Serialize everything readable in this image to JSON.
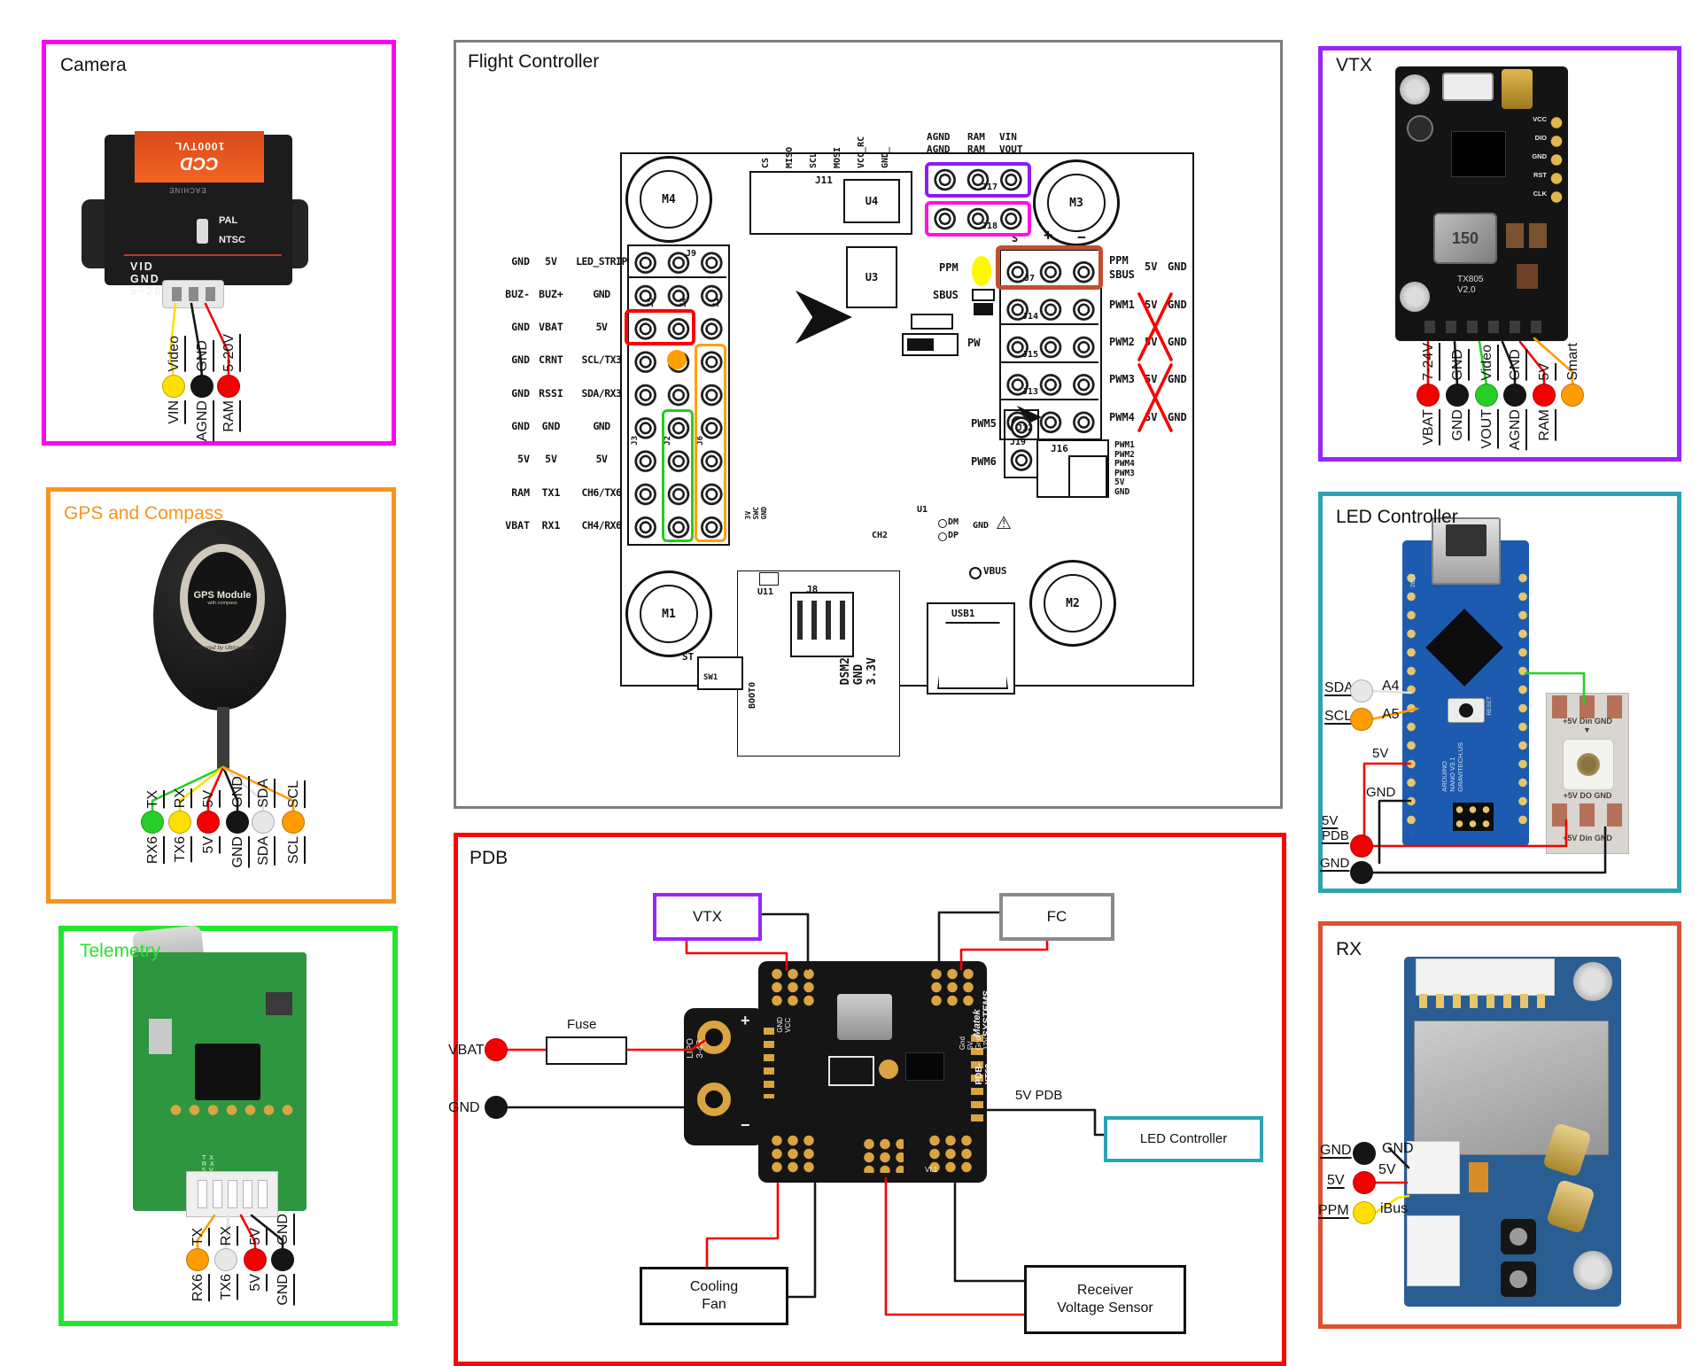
{
  "colors": {
    "camera-border": "#ff00f3",
    "gps-border": "#f7941d",
    "telemetry-border": "#23e52e",
    "fc-border": "#7d7d7d",
    "pdb-border": "#fa0505",
    "vtx-border": "#9b24fb",
    "led-border": "#2ba4b5",
    "rx-border": "#dd5130",
    "wire-red": "#f40000",
    "wire-black": "#151515",
    "wire-yellow": "#ffdf00",
    "wire-green": "#27ce27",
    "wire-orange": "#ff9c00",
    "wire-white": "#e0e0e0",
    "hl-red": "#fb0000",
    "hl-orange": "#ffa000",
    "hl-green": "#22cc22",
    "hl-purple": "#8d1bf5",
    "hl-magenta": "#ff13dd",
    "hl-rust": "#c44f2b",
    "hl-yellow": "#fdf800",
    "gold": "#d9a441"
  },
  "camera": {
    "title": "Camera",
    "device": {
      "sensor": "CCD",
      "model": "1000TVL",
      "brand": "EACHINE",
      "pal": "PAL",
      "ntsc": "NTSC",
      "pinrow": "VID  GND  5~20V"
    },
    "pins": [
      {
        "wire": "Video",
        "pad": "VIN",
        "color": "#ffdf00"
      },
      {
        "wire": "GND",
        "pad": "AGND",
        "color": "#151515"
      },
      {
        "wire": "5-20V",
        "pad": "RAM",
        "color": "#f40000"
      }
    ]
  },
  "gps": {
    "title": "GPS and Compass",
    "device": {
      "name": "GPS Module",
      "sub": "with compass",
      "ring": "Powered by Ublox M8N"
    },
    "pins": [
      {
        "wire": "TX",
        "pad": "RX6",
        "color": "#27ce27"
      },
      {
        "wire": "RX",
        "pad": "TX6",
        "color": "#ffdf00"
      },
      {
        "wire": "5V",
        "pad": "5V",
        "color": "#f40000"
      },
      {
        "wire": "GND",
        "pad": "GND",
        "color": "#151515"
      },
      {
        "wire": "SDA",
        "pad": "SDA",
        "color": "#e8e8e8"
      },
      {
        "wire": "SCL",
        "pad": "SCL",
        "color": "#ff9c00"
      }
    ]
  },
  "telemetry": {
    "title": "Telemetry",
    "device": {
      "conn_pins": "TX RX 5V GND"
    },
    "pins": [
      {
        "wire": "TX",
        "pad": "RX6",
        "color": "#ff9c00"
      },
      {
        "wire": "RX",
        "pad": "TX6",
        "color": "#e8e8e8"
      },
      {
        "wire": "5V",
        "pad": "5V",
        "color": "#f40000"
      },
      {
        "wire": "GND",
        "pad": "GND",
        "color": "#151515"
      }
    ]
  },
  "vtx": {
    "title": "VTX",
    "device": {
      "model": "TX805",
      "version": "V2.0",
      "coil": "150",
      "pads": [
        "VCC",
        "DIO",
        "GND",
        "RST",
        "CLK"
      ]
    },
    "pins": [
      {
        "wire": "7-24V",
        "pad": "VBAT",
        "color": "#f40000"
      },
      {
        "wire": "GND",
        "pad": "GND",
        "color": "#151515"
      },
      {
        "wire": "Video",
        "pad": "VOUT",
        "color": "#27ce27"
      },
      {
        "wire": "GND",
        "pad": "AGND",
        "color": "#151515"
      },
      {
        "wire": "5V",
        "pad": "RAM",
        "color": "#f40000"
      },
      {
        "wire": "Smart",
        "pad": "",
        "color": "#ff9c00"
      }
    ]
  },
  "led": {
    "title": "LED Controller",
    "sda": "SDA",
    "a4": "A4",
    "scl": "SCL",
    "a5": "A5",
    "v5": "5V",
    "gnd": "GND",
    "v5pdb": "5V\nPDB",
    "gnd2": "GND",
    "dots": {
      "sda": "#e8e8e8",
      "scl": "#ff9c00",
      "v5pdb": "#f40000",
      "gnd2": "#151515"
    },
    "nano": {
      "label": "ARDUINO\nNANO V3.1\nGRAVITECH.US",
      "reset": "RESET",
      "chip": "2811"
    },
    "strip": {
      "row1": "+5V Din GND",
      "row2": "+5V DO GND",
      "row3": "+5V Din GND",
      "arrow": "▼"
    }
  },
  "rx": {
    "title": "RX",
    "rows": [
      {
        "pad": "GND",
        "wire": "GND",
        "color": "#151515"
      },
      {
        "pad": "5V",
        "wire": "5V",
        "color": "#f40000"
      },
      {
        "pad": "PPM",
        "wire": "iBus",
        "color": "#ffdf00"
      }
    ]
  },
  "fc": {
    "title": "Flight Controller",
    "left_rows": [
      [
        "GND",
        "5V",
        "LED_STRIP"
      ],
      [
        "BUZ-",
        "BUZ+",
        "GND"
      ],
      [
        "GND",
        "VBAT",
        "5V"
      ],
      [
        "GND",
        "CRNT",
        "SCL/TX3"
      ],
      [
        "GND",
        "RSSI",
        "SDA/RX3"
      ],
      [
        "GND",
        "GND",
        "GND"
      ],
      [
        "5V",
        "5V",
        "5V"
      ],
      [
        "RAM",
        "TX1",
        "CH6/TX6"
      ],
      [
        "VBAT",
        "RX1",
        "CH4/RX6"
      ]
    ],
    "top_pins": [
      "CS",
      "MISO",
      "SCL",
      "MOSI",
      "VCC_RC",
      "GND_"
    ],
    "pwr": [
      [
        "AGND",
        "RAM",
        "VIN"
      ],
      [
        "AGND",
        "RAM",
        "VOUT"
      ]
    ],
    "hdr": [
      "S",
      "+",
      "−"
    ],
    "right_rows": [
      {
        "a": "PPM",
        "b": "SBUS",
        "v": "5V",
        "g": "GND",
        "j": "J7"
      },
      {
        "a": "PWM1",
        "v": "5V",
        "g": "GND",
        "j": "J14"
      },
      {
        "a": "PWM2",
        "v": "5V",
        "g": "GND",
        "j": "J15"
      },
      {
        "a": "PWM3",
        "v": "5V",
        "g": "GND",
        "j": "J13"
      },
      {
        "a": "PWM4",
        "v": "5V",
        "g": "GND",
        "j": "J12"
      }
    ],
    "j16_pins": "PWM1\nPWM2\nPWM4\nPWM3\n5V\nGND",
    "dsm": "DSM2\nGND\n3.3V",
    "misc3": "3V\nSWC\nGND",
    "warning_icon": "⚠",
    "refs": {
      "m1": "M1",
      "m2": "M2",
      "m3": "M3",
      "m4": "M4",
      "j9": "J9",
      "j5": "J5",
      "j4": "J4",
      "j1": "J1",
      "j3": "J3",
      "j2": "J2",
      "j6": "J6",
      "j11": "J11",
      "j17": "J17",
      "j18": "J18",
      "j19": "J19",
      "j16": "J16",
      "j8": "J8",
      "u3": "U3",
      "u4": "U4",
      "u11": "U11",
      "u1": "U1",
      "sw1": "SW1",
      "st": "ST",
      "boot0": "BOOT0",
      "pw": "PW",
      "ppm": "PPM",
      "sbus": "SBUS",
      "usb1": "USB1",
      "vbus": "VBUS",
      "ch2": "CH2",
      "dm": "DM",
      "dp": "DP",
      "gnd": "GND",
      "pwm5": "PWM5",
      "pwm6": "PWM6"
    }
  },
  "pdb": {
    "title": "PDB",
    "vtx": "VTX",
    "fc": "FC",
    "led": "LED Controller",
    "fan": "Cooling\nFan",
    "rvs": "Receiver\nVoltage Sensor",
    "vbat": "VBAT",
    "gnd": "GND",
    "fuse": "Fuse",
    "v5": "5V PDB",
    "board": {
      "plus": "+",
      "minus": "−",
      "lipo": "LIPO 3-4S",
      "left_rail": "GND VCC",
      "brand": "Matek\nSYSTEMS",
      "model": "PDB-XT60",
      "right_rail": "Gnd 5V Gnd 12V",
      "ver": "Vf.1"
    }
  }
}
